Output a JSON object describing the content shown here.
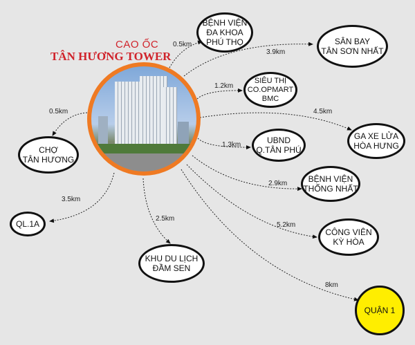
{
  "title": {
    "line1": "CAO ỐC",
    "line2": "TÂN HƯƠNG TOWER"
  },
  "colors": {
    "title": "#d0232b",
    "hub_ring": "#ef7a23",
    "highlight_node": "#ffee00",
    "background": "#e6e6e6"
  },
  "hub": {
    "image": "tan-huong-tower-building-photo"
  },
  "destinations": [
    {
      "name": "BỆNH VIỆN ĐA KHOA PHÚ THỌ",
      "lines": [
        "BỆNH VIỆN",
        "ĐA KHOA",
        "PHÚ THỌ"
      ],
      "distance": "0.5km"
    },
    {
      "name": "SÂN BAY TÂN SƠN NHẤT",
      "lines": [
        "SÂN BAY",
        "TÂN SƠN NHẤT"
      ],
      "distance": "3.9km"
    },
    {
      "name": "SIÊU THỊ CO.OPMART BMC",
      "lines": [
        "SIÊU THỊ",
        "CO.OPMART",
        "BMC"
      ],
      "distance": "1.2km"
    },
    {
      "name": "GA XE LỬA HÒA HƯNG",
      "lines": [
        "GA XE LỬA",
        "HÒA HƯNG"
      ],
      "distance": "4.5km"
    },
    {
      "name": "UBND Q.TÂN PHÚ",
      "lines": [
        "UBND",
        "Q.TÂN PHÚ"
      ],
      "distance": "1.3km"
    },
    {
      "name": "BỆNH VIỆN THỐNG NHẤT",
      "lines": [
        "BỆNH VIỆN",
        "THỐNG NHẤT"
      ],
      "distance": "2.9km"
    },
    {
      "name": "CÔNG VIÊN KỲ HÒA",
      "lines": [
        "CÔNG VIÊN",
        "KỲ HÒA"
      ],
      "distance": "5.2km"
    },
    {
      "name": "QUẬN 1",
      "lines": [
        "QUẬN 1"
      ],
      "distance": "8km"
    },
    {
      "name": "KHU DU LỊCH ĐẦM SEN",
      "lines": [
        "KHU DU LỊCH",
        "ĐẦM SEN"
      ],
      "distance": "2.5km"
    },
    {
      "name": "QL.1A",
      "lines": [
        "QL.1A"
      ],
      "distance": "3.5km"
    },
    {
      "name": "CHỢ TÂN HƯƠNG",
      "lines": [
        "CHỢ",
        "TÂN HƯƠNG"
      ],
      "distance": "0.5km"
    }
  ]
}
